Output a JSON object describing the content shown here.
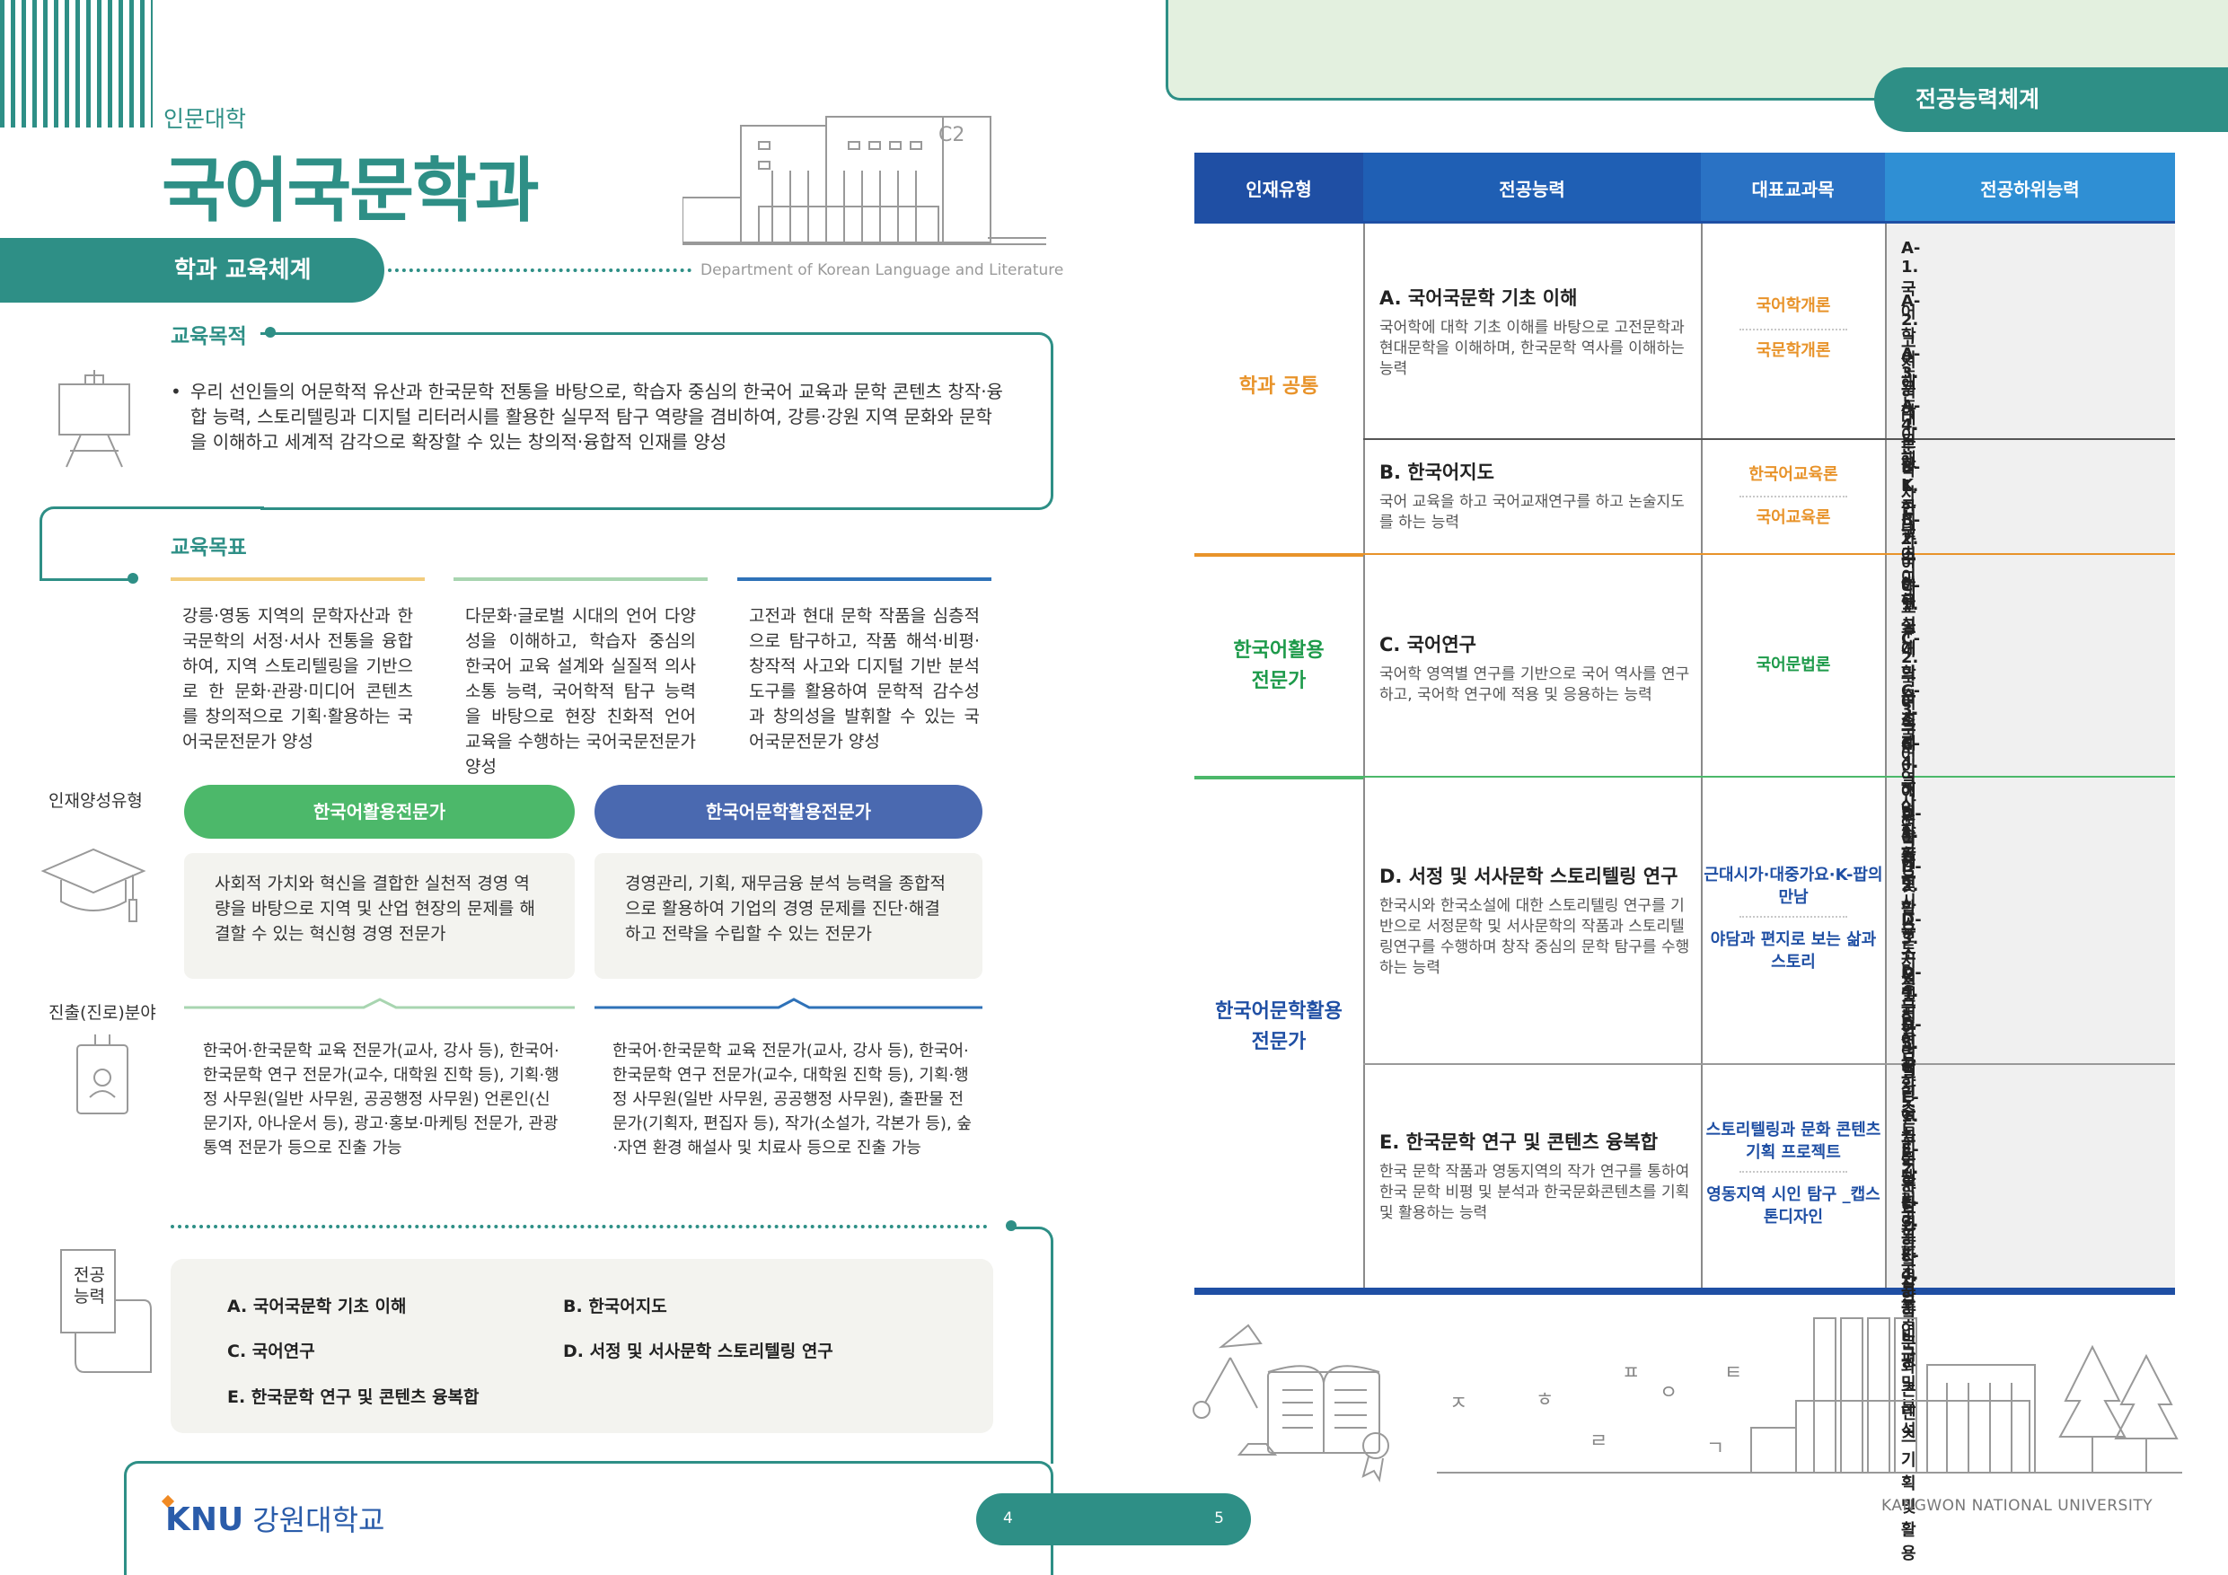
{
  "left": {
    "college": "인문대학",
    "title": "국어국문학과",
    "building_label": "C2",
    "english_name": "Department of Korean Language and Literature",
    "section_title": "학과 교육체계",
    "purpose": {
      "title": "교육목적",
      "text": "우리 선인들의 어문학적 유산과 한국문학 전통을 바탕으로, 학습자 중심의 한국어 교육과 문학 콘텐츠 창작·융합 능력, 스토리텔링과 디지털 리터러시를 활용한 실무적 탐구 역량을 겸비하여, 강릉·강원 지역 문화와 문학을 이해하고 세계적 감각으로 확장할 수 있는 창의적·융합적 인재를 양성"
    },
    "goals": {
      "title": "교육목표",
      "items": [
        {
          "text": "강릉·영동 지역의 문학자산과 한국문학의 서정·서사 전통을 융합하여, 지역 스토리텔링을 기반으로 한 문화·관광·미디어 콘텐츠를 창의적으로 기획·활용하는 국어국문전문가 양성",
          "color": "#f2cc7d"
        },
        {
          "text": "다문화·글로벌 시대의 언어 다양성을 이해하고, 학습자 중심의 한국어 교육 설계와 실질적 의사소통 능력, 국어학적 탐구 능력을 바탕으로 현장 친화적 언어 교육을 수행하는 국어국문전문가 양성",
          "color": "#a8d5b0"
        },
        {
          "text": "고전과 현대 문학 작품을 심층적으로 탐구하고, 작품 해석·비평·창작적 사고와 디지털 기반 분석 도구를 활용하여 문학적 감수성과 창의성을 발휘할 수 있는 국어국문전문가 양성",
          "color": "#2f72b8"
        }
      ]
    },
    "talent": {
      "label": "인재양성유형",
      "types": [
        {
          "name": "한국어활용전문가",
          "color": "#4cb86a",
          "desc": "사회적 가치와 혁신을 결합한 실천적 경영 역량을 바탕으로 지역 및 산업 현장의 문제를 해결할 수 있는 혁신형 경영 전문가"
        },
        {
          "name": "한국어문학활용전문가",
          "color": "#4a69b0",
          "desc": "경영관리, 기획, 재무금융 분석 능력을 종합적으로 활용하여 기업의 경영 문제를 진단·해결하고 전략을 수립할 수 있는 전문가"
        }
      ]
    },
    "career": {
      "label": "진출(진로)분야",
      "items": [
        "한국어·한국문학 교육 전문가(교사, 강사 등), 한국어·한국문학 연구 전문가(교수, 대학원 진학 등), 기획·행정 사무원(일반 사무원, 공공행정 사무원) 언론인(신문기자, 아나운서 등), 광고·홍보·마케팅 전문가, 관광 통역 전문가 등으로 진출 가능",
        "한국어·한국문학 교육 전문가(교사, 강사 등), 한국어·한국문학 연구 전문가(교수, 대학원 진학 등), 기획·행정 사무원(일반 사무원, 공공행정 사무원), 출판물 전문가(기획자, 편집자 등), 작가(소설가, 각본가 등), 숲·자연 환경 해설사 및 치료사 등으로 진출 가능"
      ]
    },
    "capabilities": {
      "label_line1": "전공",
      "label_line2": "능력",
      "items": [
        "A. 국어국문학 기초 이해",
        "B. 한국어지도",
        "C. 국어연구",
        "D. 서정 및 서사문학 스토리텔링 연구",
        "E. 한국문학 연구 및 콘텐츠 융복합"
      ]
    },
    "logo_en": "KNU",
    "logo_kr": "강원대학교",
    "page_left": "4",
    "page_right": "5"
  },
  "right": {
    "section_title": "전공능력체계",
    "table": {
      "headers": [
        "인재유형",
        "전공능력",
        "대표교과목",
        "전공하위능력"
      ],
      "header_colors": [
        "#1f4fa4",
        "#1f5fb4",
        "#2a72c4",
        "#2f8fd4"
      ],
      "types": [
        {
          "name_line1": "학과 공통",
          "name_line2": "",
          "color": "#e8932a"
        },
        {
          "name_line1": "한국어활용",
          "name_line2": "전문가",
          "color": "#1d9a4a"
        },
        {
          "name_line1": "한국어문학활용",
          "name_line2": "전문가",
          "color": "#1f4fa4"
        }
      ],
      "abilities": [
        {
          "title": "A. 국어국문학 기초 이해",
          "desc": "국어학에 대학 기초 이해를 바탕으로 고전문학과 현대문학을 이해하며, 한국문학 역사를 이해하는 능력",
          "courses": [
            "국어학개론",
            "국문학개론"
          ],
          "course_color": "#e8932a",
          "subs": [
            "A-1. 국어학 이해",
            "A-2. 고전문학 이해",
            "A-3. 현대문학 K콘텐츠 이해",
            "A-4. 문학사 서사 이해"
          ]
        },
        {
          "title": "B. 한국어지도",
          "desc": "국어 교육을 하고 국어교재연구를 하고 논술지도를 하는 능력",
          "courses": [
            "한국어교육론",
            "국어교육론"
          ],
          "course_color": "#e8932a",
          "subs": [
            "B-1. 한국어교육 설계",
            "B-2. 국어 교수·학습 설계"
          ]
        },
        {
          "title": "C. 국어연구",
          "desc": "국어학 영역별 연구를 기반으로 국어 역사를 연구하고, 국어학 연구에 적용 및 응용하는 능력",
          "courses": [
            "국어문법론"
          ],
          "course_color": "#1d9a4a",
          "subs": [
            "C-1. 국어의 구조적 이해 및 활용",
            "C-2. 국어 의미·어휘 이해 및 활용",
            "C-3. 국어 역사 연구",
            "C-4. 국어학 응용"
          ]
        },
        {
          "title": "D. 서정 및 서사문학 스토리텔링 연구",
          "desc": "한국시와 한국소설에 대한 스토리텔링 연구를 기반으로 서정문학 및 서사문학의 작품과 스토리텔링연구를 수행하며 창작 중심의 문학 탐구를 수행하는 능력",
          "courses": [
            "근대시가·대중가요·K-팝의 만남",
            "야담과 편지로 보는 삶과 스토리"
          ],
          "course_color": "#1f4fa4",
          "subs": [
            "D-1. 한국시 스토리텔링 연구",
            "D-2. 한국소설 스토리텔링 연구",
            "D-3. 서정문학 연구",
            "D-4. 서사문학 스토리텔링 연구",
            "D-5. 창작 중심 문학 탐구"
          ]
        },
        {
          "title": "E. 한국문학 연구 및 콘텐츠 융복합",
          "desc": "한국 문학 작품과 영동지역의 작가 연구를 통하여 한국 문학 비평 및 분석과 한국문화콘텐츠를 기획 및 활용하는 능력",
          "courses": [
            "스토리텔링과 문화 콘텐츠 기획 프로젝트",
            "영동지역 시인 탐구 _캡스톤디자인"
          ],
          "course_color": "#1f4fa4",
          "subs": [
            "E-1. 지역문학 작가연구",
            "E-2. 한국문학 작품연구",
            "E-3. 한국문학 비평 및 분석",
            "E-4. 한국문화콘텐츠 기획 및 활용"
          ]
        }
      ]
    },
    "deco_letters": [
      "ㅈ",
      "ㅎ",
      "ㄹ",
      "ㅍ",
      "ㅇ",
      "ㅌ",
      "ㄱ"
    ],
    "footer": "KANGWON NATIONAL UNIVERSITY"
  },
  "icons": [
    "easel-icon",
    "graduation-cap-icon",
    "id-badge-icon",
    "scroll-icon",
    "building-icon",
    "desk-lamp-icon",
    "open-book-icon",
    "library-building-icon",
    "pine-tree-icon"
  ]
}
